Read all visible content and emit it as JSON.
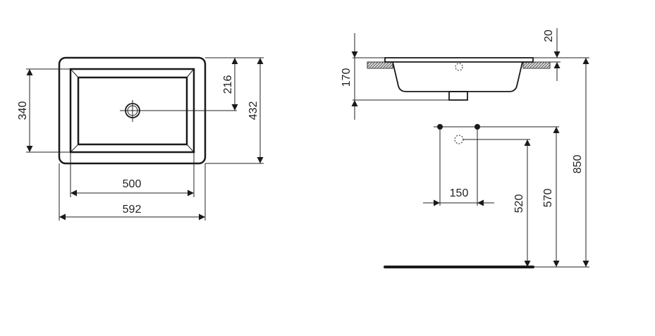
{
  "top_view": {
    "inner_width": "500",
    "outer_width": "592",
    "inner_depth": "340",
    "outer_depth": "432",
    "drain_offset": "216"
  },
  "side_view": {
    "bowl_height": "170",
    "rim_thickness": "20",
    "tap_spacing": "150",
    "waste_height": "520",
    "supply_height": "570",
    "rim_height": "850"
  },
  "colors": {
    "line": "#1a1a1a",
    "hatch": "#555555"
  }
}
